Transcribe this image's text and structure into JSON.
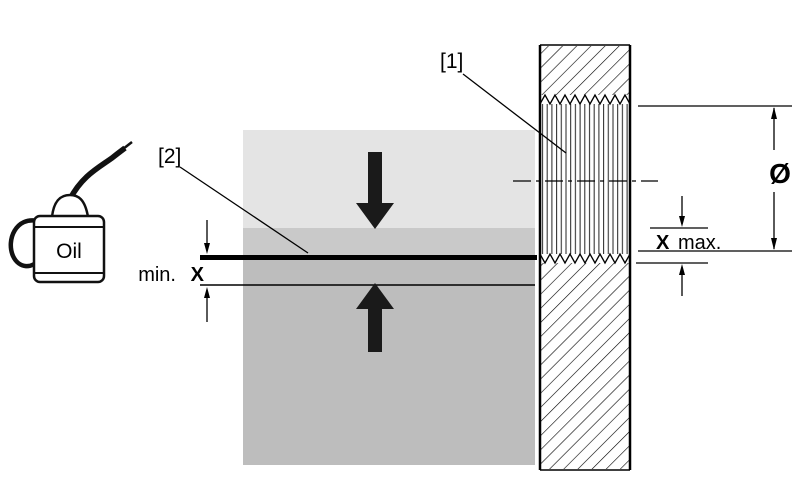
{
  "figure": {
    "callouts": {
      "part_1": "[1]",
      "part_2": "[2]"
    },
    "oil_can": {
      "label": "Oil"
    },
    "dimensions": {
      "min": {
        "prefix": "min.",
        "symbol": "X"
      },
      "max": {
        "symbol": "X",
        "suffix": "max."
      },
      "diameter": {
        "symbol": "Ø"
      }
    },
    "colors": {
      "background": "#ffffff",
      "block_light": "#e4e4e4",
      "block_mid": "#c9c9c9",
      "block_dark": "#bdbdbd",
      "ink": "#000000"
    }
  }
}
